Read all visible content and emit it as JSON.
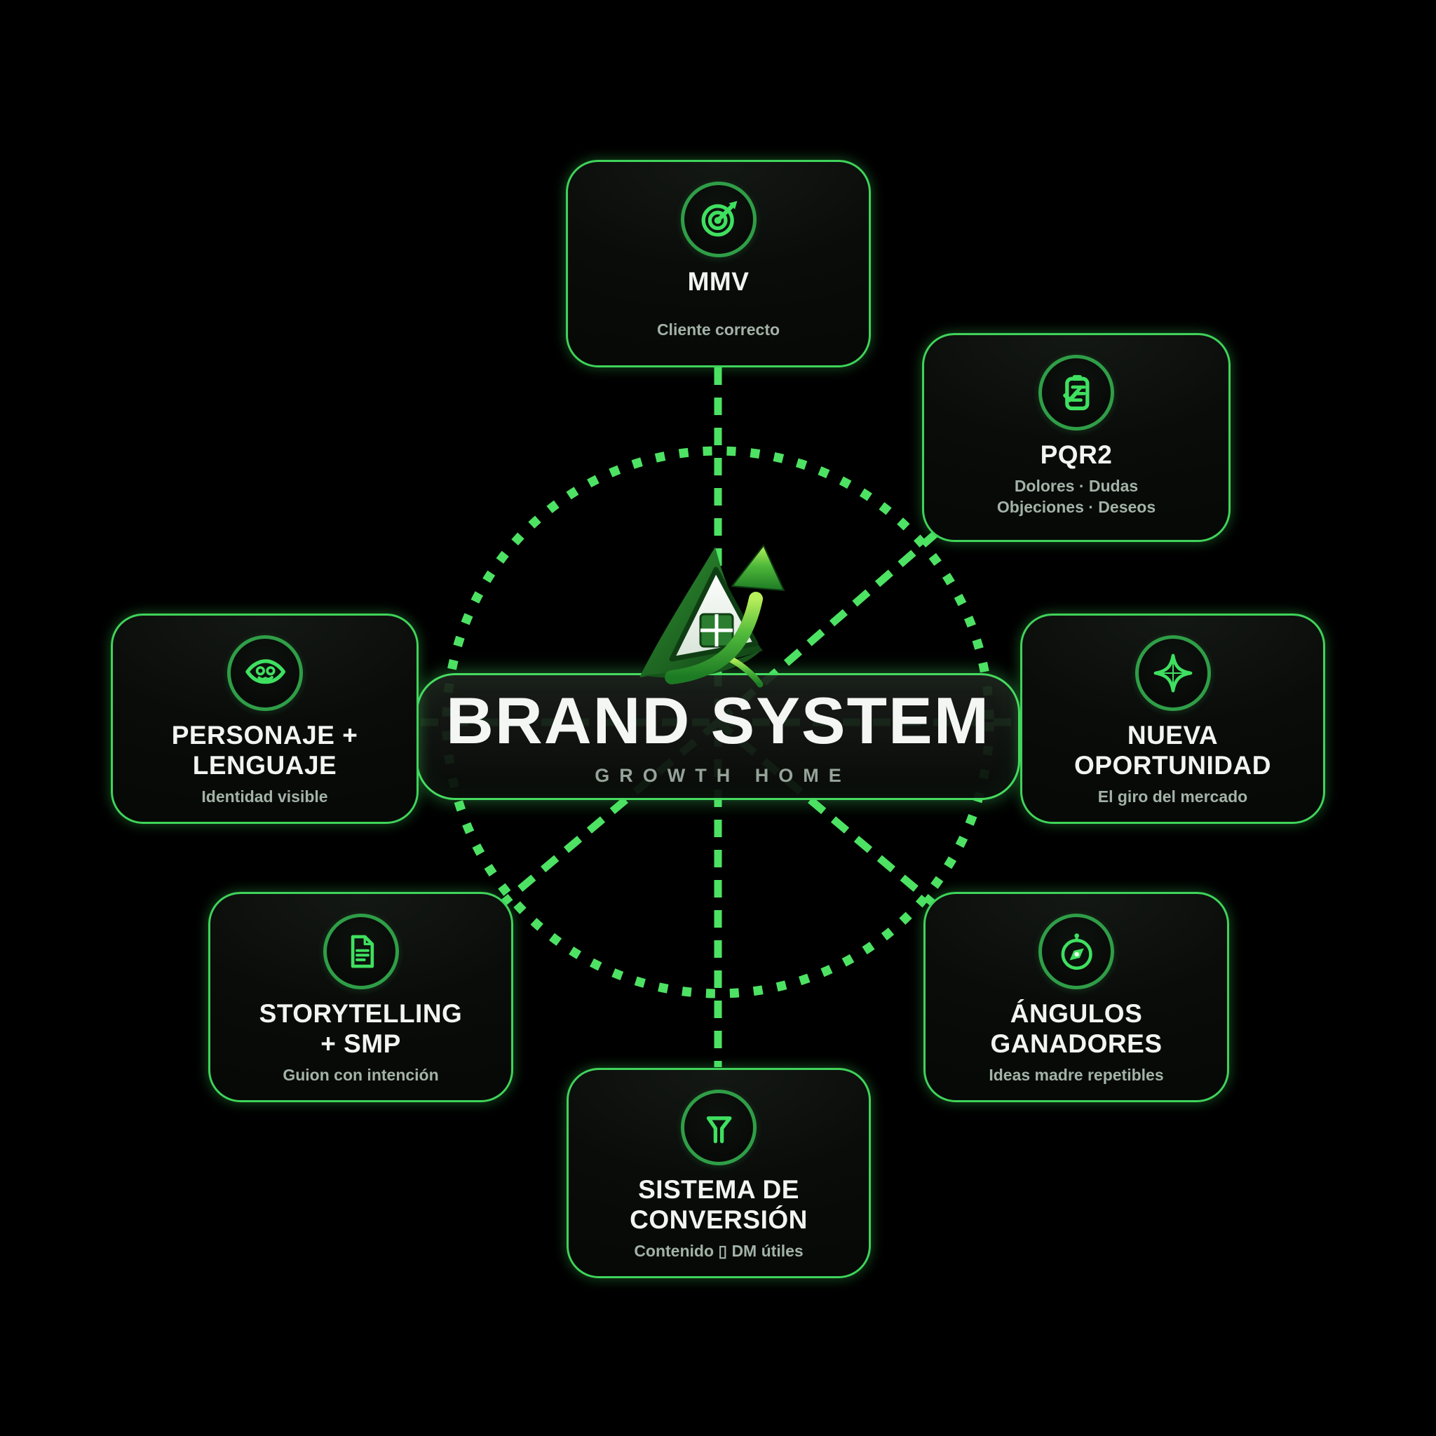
{
  "page": {
    "background_color": "#000000",
    "accent_green": "#4de263",
    "card_border_green": "#3fd35a",
    "icon_ring_green": "#2f9e47",
    "title_color": "#f4f6f4",
    "muted_text_color": "#a3b2a7"
  },
  "center": {
    "logo": "growth-home-house-arrow-logo",
    "title": "BRAND SYSTEM",
    "subtitle": "GROWTH HOME"
  },
  "cards": [
    {
      "id": "mmv",
      "icon": "target-arrow-icon",
      "title_line1": "MMV",
      "subtitle_line1": "Cliente correcto"
    },
    {
      "id": "pqr2",
      "icon": "clipboard-check-icon",
      "title_line1": "PQR2",
      "subtitle_line1": "Dolores · Dudas",
      "subtitle_line2": "Objeciones · Deseos"
    },
    {
      "id": "nueva-oportunidad",
      "icon": "four-point-star-icon",
      "title_line1": "NUEVA",
      "title_line2": "OPORTUNIDAD",
      "subtitle_line1": "El giro del mercado"
    },
    {
      "id": "angulos-ganadores",
      "icon": "compass-icon",
      "title_line1": "ÁNGULOS",
      "title_line2": "GANADORES",
      "subtitle_line1": "Ideas madre repetibles"
    },
    {
      "id": "sistema-de-conversion",
      "icon": "funnel-icon",
      "title_line1": "SISTEMA DE",
      "title_line2": "CONVERSIÓN",
      "subtitle_line1": "Contenido ▯ DM útiles"
    },
    {
      "id": "storytelling-smp",
      "icon": "document-icon",
      "title_line1": "STORYTELLING",
      "title_line2": "+ SMP",
      "subtitle_line1": "Guion con intención"
    },
    {
      "id": "personaje-lenguaje",
      "icon": "mask-eyes-icon",
      "title_line1": "PERSONAJE +",
      "title_line2": "LENGUAJE",
      "subtitle_line1": "Identidad visible"
    }
  ]
}
